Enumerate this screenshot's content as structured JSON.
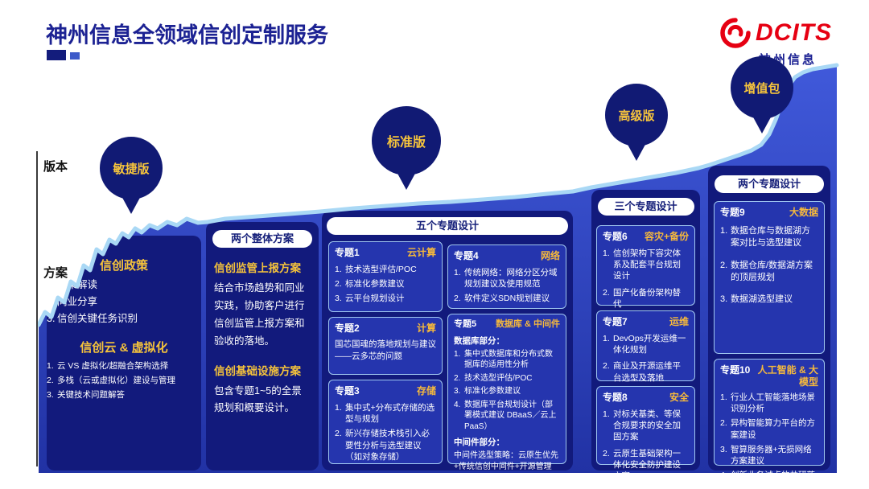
{
  "header": {
    "title": "神州信息全领域信创定制服务",
    "logo": {
      "brand": "DCITS",
      "company": "神州信息"
    }
  },
  "axis": {
    "version": "版本",
    "plan": "方案"
  },
  "pins": [
    {
      "label": "敏捷版"
    },
    {
      "label": "标准版"
    },
    {
      "label": "高级版"
    },
    {
      "label": "增值包"
    }
  ],
  "agile": {
    "sections": [
      {
        "title": "信创政策",
        "items": [
          "政策解读",
          "同业分享",
          "信创关键任务识别"
        ]
      },
      {
        "title": "信创云 & 虚拟化",
        "items": [
          "云 VS 虚拟化/超融合架构选择",
          "多栈（云或虚拟化）建设与管理",
          "关键技术问题解答"
        ]
      }
    ]
  },
  "overall": {
    "pill": "两个整体方案",
    "sections": [
      {
        "title": "信创监管上报方案",
        "body": "结合市场趋势和同业实践，协助客户进行信创监管上报方案和验收的落地。"
      },
      {
        "title": "信创基础设施方案",
        "body": "包含专题1~5的全景规划和概要设计。"
      }
    ]
  },
  "standard": {
    "pill": "五个专题设计",
    "topic1": {
      "label": "专题1",
      "name": "云计算",
      "items": [
        "技术选型评估/POC",
        "标准化参数建议",
        "云平台规划设计"
      ]
    },
    "topic2": {
      "label": "专题2",
      "name": "计算",
      "body": "国芯国魂的落地规划与建议——云多芯的问题"
    },
    "topic3": {
      "label": "专题3",
      "name": "存储",
      "items": [
        "集中式+分布式存储的选型与规划",
        "新兴存储技术栈引入必要性分析与选型建议（如对象存储）"
      ]
    },
    "topic4": {
      "label": "专题4",
      "name": "网络",
      "items": [
        "传统网络：网络分区分域规划建议及使用规范",
        "软件定义SDN规划建议"
      ]
    },
    "topic5": {
      "label": "专题5",
      "name": "数据库 & 中间件",
      "db_heading": "数据库部分：",
      "db_items": [
        "集中式数据库和分布式数据库的适用性分析",
        "技术选型评估/POC",
        "标准化参数建议",
        "数据库平台规划设计（部署模式建议 DBaaS／云上PaaS）"
      ],
      "mw_heading": "中间件部分：",
      "mw_body": "中间件选型策略：云原生优先+传统信创中间件+开源管理"
    }
  },
  "advanced": {
    "pill": "三个专题设计",
    "topics": [
      {
        "label": "专题6",
        "name": "容灾+备份",
        "items": [
          "信创架构下容灾体系及配套平台规划设计",
          "国产化备份架构替代"
        ]
      },
      {
        "label": "专题7",
        "name": "运维",
        "items": [
          "DevOps开发运维一体化规划",
          "商业及开源运维平台选型及落地"
        ]
      },
      {
        "label": "专题8",
        "name": "安全",
        "items": [
          "对标关基类、等保合规要求的安全加固方案",
          "云原生基础架构一体化安全防护建设方案"
        ]
      }
    ]
  },
  "value_pack": {
    "pill": "两个专题设计",
    "topics": [
      {
        "label": "专题9",
        "name": "大数据",
        "items": [
          "数据仓库与数据湖方案对比与选型建议",
          "数据仓库/数据湖方案的顶层规划",
          "数据湖选型建议"
        ]
      },
      {
        "label": "专题10",
        "name": "人工智能 & 大模型",
        "items": [
          "行业人工智能落地场景识别分析",
          "异构智能算力平台的方案建设",
          "智算服务器+无损网络方案建议",
          "创新业务试点的共研落地"
        ]
      }
    ]
  },
  "colors": {
    "accent_yellow": "#f5c33b",
    "panel_navy": "#121a7c",
    "brand_red": "#e60012",
    "edge_blue": "#a9d8f5"
  }
}
